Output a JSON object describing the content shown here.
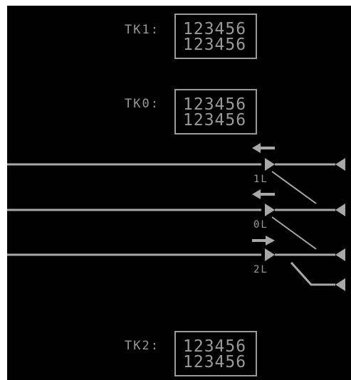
{
  "colors": {
    "background": "#000000",
    "track": "#a8a8a8",
    "text": "#9a9a9a",
    "boxBorder": "#9a9a9a"
  },
  "trains": {
    "tk1": {
      "label": "TK1:",
      "line1": "123456",
      "line2": "123456"
    },
    "tk0": {
      "label": "TK0:",
      "line1": "123456",
      "line2": "123456"
    },
    "tk2": {
      "label": "TK2:",
      "line1": "123456",
      "line2": "123456"
    }
  },
  "signals": {
    "s1": {
      "label": "1L",
      "route_direction": "left"
    },
    "s0": {
      "label": "0L",
      "route_direction": "left"
    },
    "s2": {
      "label": "2L",
      "route_direction": "right"
    }
  }
}
